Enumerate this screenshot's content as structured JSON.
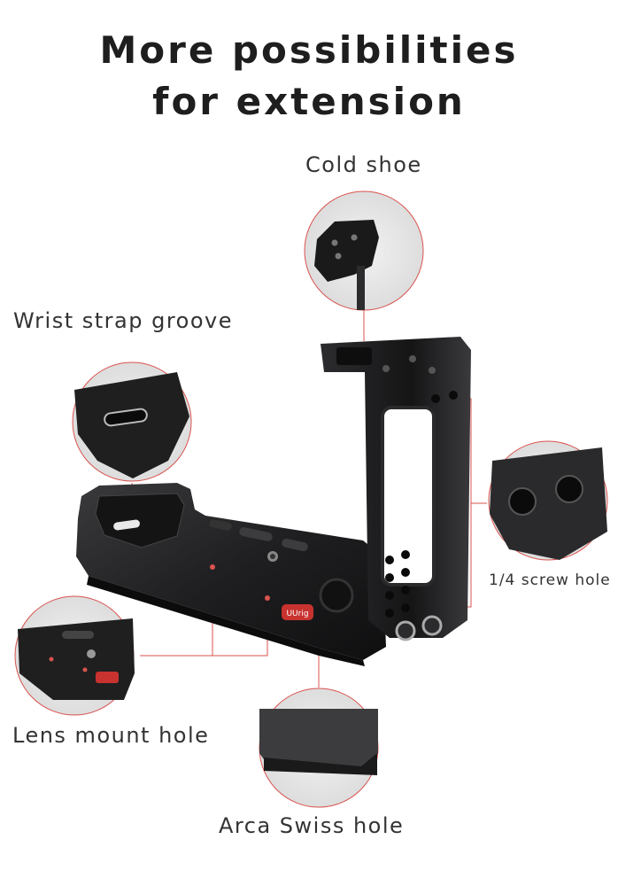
{
  "title": {
    "line1": "More possibilities",
    "line2": "for extension"
  },
  "labels": {
    "cold_shoe": "Cold shoe",
    "wrist_strap": "Wrist strap groove",
    "screw_hole": "1/4 screw hole",
    "lens_mount": "Lens mount hole",
    "arca_swiss": "Arca Swiss hole"
  },
  "product": {
    "logo_text": "UUrig"
  },
  "colors": {
    "accent_red": "#d9534f",
    "metal_dark": "#1c1c1e",
    "metal_mid": "#2e2e31",
    "metal_light": "#4a4a4e"
  }
}
